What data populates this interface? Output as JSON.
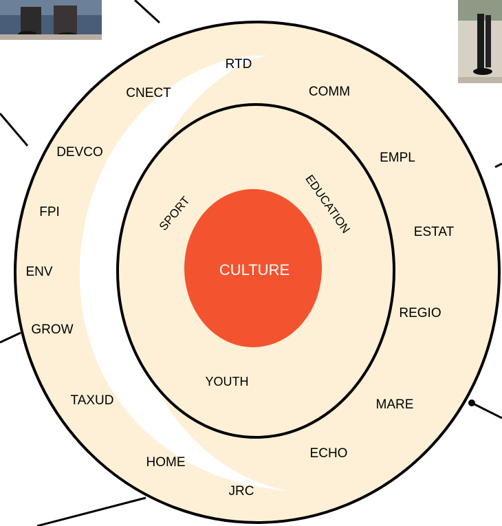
{
  "center": {
    "label": "CULTURE",
    "color": "#f4532f",
    "text_color": "#ffffff"
  },
  "inner_ring": {
    "labels": {
      "sport": "SPORT",
      "education": "EDUCATION",
      "youth": "YOUTH"
    }
  },
  "outer_ring": {
    "fill": "#fdf0d7",
    "labels": {
      "rtd": "RTD",
      "cnect": "CNECT",
      "comm": "COMM",
      "devco": "DEVCO",
      "empl": "EMPL",
      "fpi": "FPI",
      "estat": "ESTAT",
      "env": "ENV",
      "regio": "REGIO",
      "grow": "GROW",
      "taxud": "TAXUD",
      "mare": "MARE",
      "echo": "ECHO",
      "home": "HOME",
      "jrc": "JRC"
    }
  },
  "photos": {
    "top_left": "photo",
    "top_right": "photo"
  }
}
